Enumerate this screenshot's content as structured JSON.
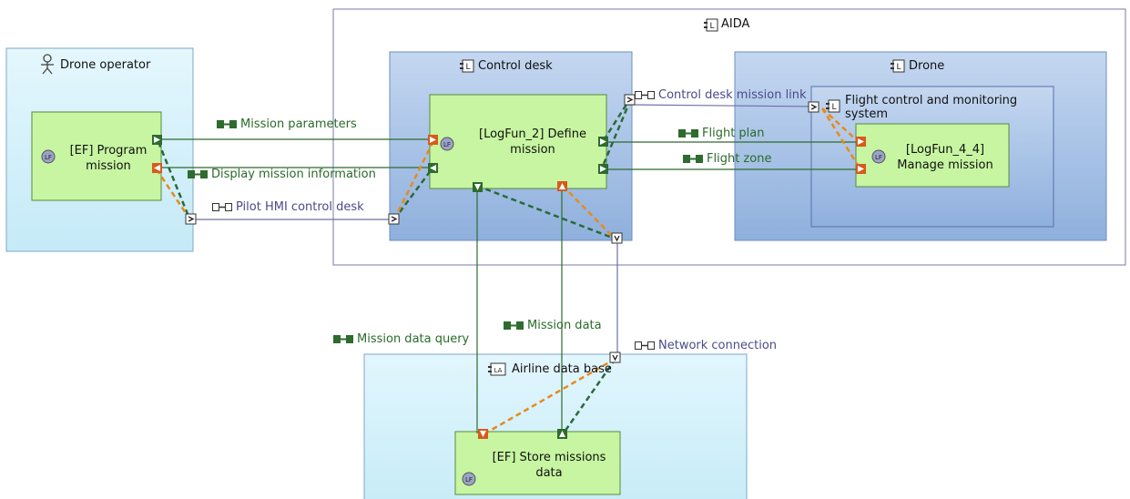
{
  "nodes": {
    "aida": {
      "label": "AIDA"
    },
    "drone_operator": {
      "label": "Drone operator"
    },
    "control_desk": {
      "label": "Control desk"
    },
    "drone": {
      "label": "Drone"
    },
    "flight_system": {
      "label": "Flight control and monitoring system"
    },
    "airline_db": {
      "label": "Airline data base"
    }
  },
  "functions": {
    "program_mission": {
      "line1": "[EF] Program",
      "line2": "mission"
    },
    "define_mission": {
      "line1": "[LogFun_2] Define",
      "line2": "mission"
    },
    "manage_mission": {
      "line1": "[LogFun_4_4]",
      "line2": "Manage mission"
    },
    "store_missions": {
      "line1": "[EF] Store missions",
      "line2": "data"
    }
  },
  "exchanges": {
    "mission_parameters": "Mission parameters",
    "display_mission_info": "Display mission information",
    "flight_plan": "Flight plan",
    "flight_zone": "Flight zone",
    "mission_data_query": "Mission data query",
    "mission_data": "Mission data"
  },
  "links": {
    "pilot_hmi": "Pilot HMI control desk",
    "control_desk_mission_link": "Control desk mission link",
    "network_connection": "Network connection"
  },
  "icons": {
    "function_badge": "LF",
    "component": "L",
    "actor": "person-icon",
    "database": "LA"
  },
  "colors": {
    "actor_fill": "#d8f2fb",
    "component_fill": "#a9c3e6",
    "function_fill": "#c7f5a1",
    "exchange_green": "#2e6b2e",
    "link_purple": "#6e6ea8",
    "orange": "#e88a1a"
  }
}
